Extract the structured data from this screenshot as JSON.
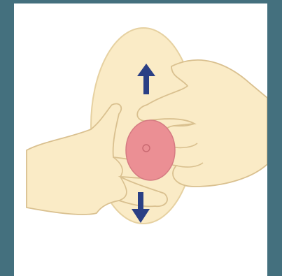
{
  "illustration": {
    "icon": "breast-massage-illustration",
    "arrow_direction": [
      "up",
      "down"
    ],
    "colors": {
      "frame": "#44707e",
      "panel": "#ffffff",
      "skin": "#faebc6",
      "skin_outline": "#e6d1a1",
      "areola": "#eb8f94",
      "arrow": "#2a3f85"
    }
  }
}
